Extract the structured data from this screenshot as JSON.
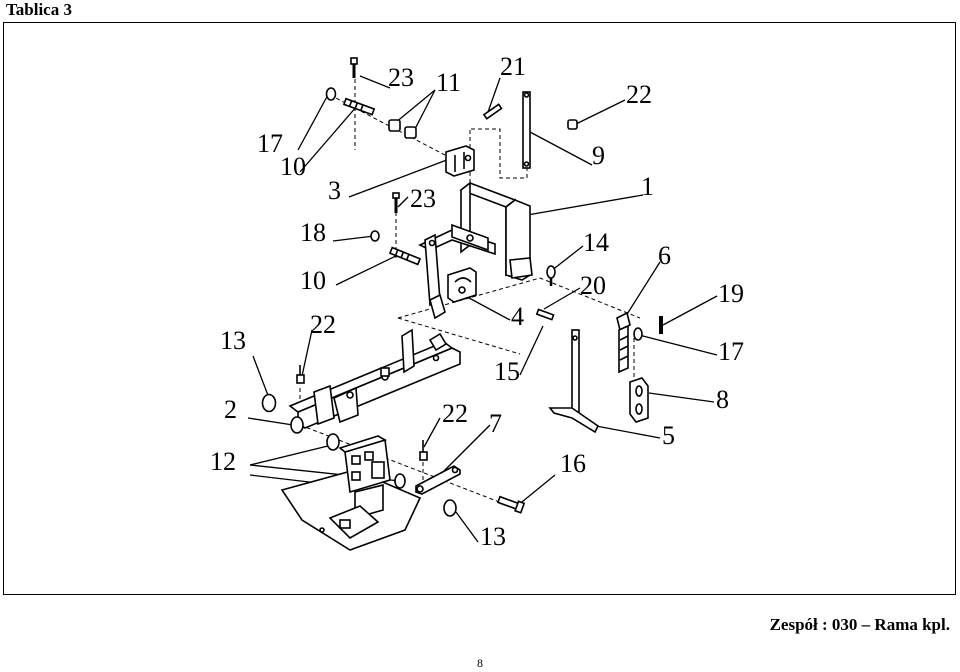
{
  "header": {
    "title": "Tablica 3"
  },
  "callouts": [
    "23",
    "11",
    "21",
    "22",
    "17",
    "10",
    "9",
    "3",
    "23",
    "1",
    "18",
    "14",
    "6",
    "10",
    "20",
    "19",
    "22",
    "4",
    "13",
    "17",
    "15",
    "2",
    "22",
    "7",
    "8",
    "5",
    "12",
    "16",
    "13"
  ],
  "caption": "Zespół : 030 – Rama kpl.",
  "footer": {
    "page_number": "8"
  }
}
